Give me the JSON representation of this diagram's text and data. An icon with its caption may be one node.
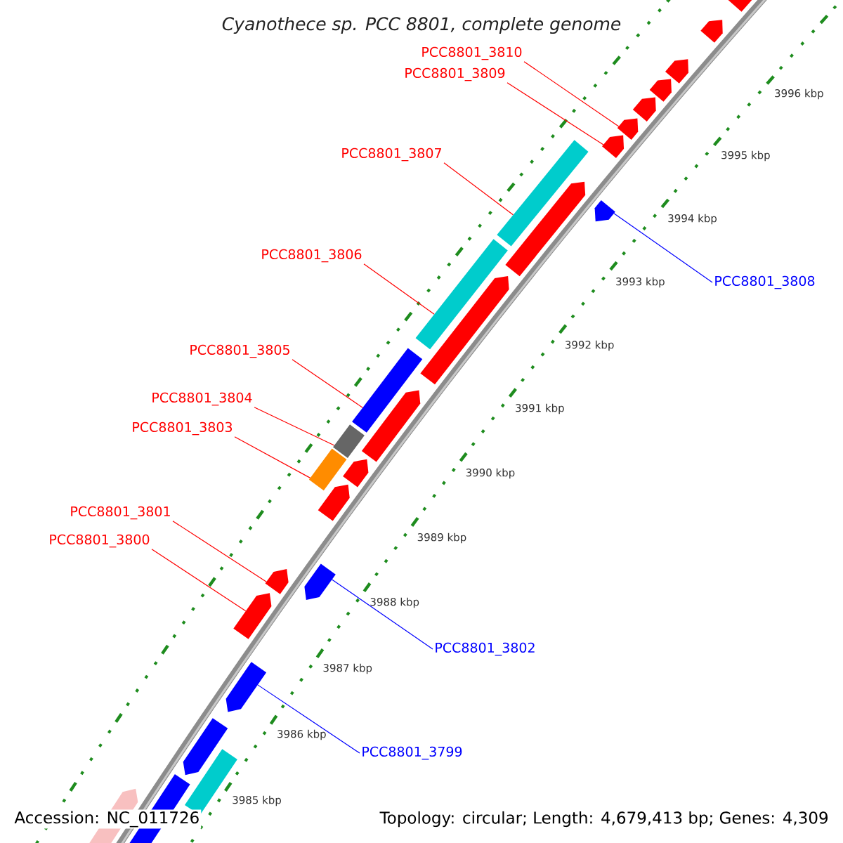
{
  "diagram": {
    "title": "Cyanothece sp. PCC 8801, complete genome",
    "nodes": [
      {
        "text": [
          "PCC8801_3810"
        ]
      },
      {
        "text": [
          "PCC8801_3809"
        ]
      },
      {
        "text": [
          "PCC8801_3807"
        ]
      },
      {
        "text": [
          "PCC8801_3806"
        ]
      },
      {
        "text": [
          "PCC8801_3808"
        ]
      },
      {
        "text": [
          "PCC8801_3805"
        ]
      },
      {
        "text": [
          "PCC8801_3804"
        ]
      },
      {
        "text": [
          "PCC8801_3803"
        ]
      },
      {
        "text": [
          "PCC8801_3801"
        ]
      },
      {
        "text": [
          "PCC8801_3800"
        ]
      },
      {
        "text": [
          "PCC8801_3802"
        ]
      },
      {
        "text": [
          "PCC8801_3799"
        ]
      },
      {
        "text": [],
        "shape": "pentagon"
      },
      {
        "text": [],
        "shape": "pentagon"
      },
      {
        "text": [],
        "shape": "pentagon"
      },
      {
        "text": [],
        "shape": "pentagon"
      },
      {
        "text": [],
        "shape": "pentagon"
      },
      {
        "text": [],
        "shape": "pentagon"
      },
      {
        "text": [],
        "shape": "pentagon"
      },
      {
        "text": [],
        "shape": "bar"
      },
      {
        "text": [],
        "shape": "pentagon"
      },
      {
        "text": [],
        "shape": "pentagon"
      },
      {
        "text": [],
        "shape": "bar"
      },
      {
        "text": [],
        "shape": "pentagon"
      },
      {
        "text": [],
        "shape": "bar"
      },
      {
        "text": [],
        "shape": "pentagon"
      },
      {
        "text": [],
        "shape": "bar"
      },
      {
        "text": [],
        "shape": "pentagon"
      },
      {
        "text": [],
        "shape": "bar"
      },
      {
        "text": [],
        "shape": "pentagon"
      },
      {
        "text": [],
        "shape": "pentagon"
      },
      {
        "text": [],
        "shape": "pentagon"
      },
      {
        "text": [],
        "shape": "pentagon"
      },
      {
        "text": [],
        "shape": "pentagon"
      },
      {
        "text": [],
        "shape": "pentagon"
      },
      {
        "text": [],
        "shape": "bar"
      },
      {
        "text": [],
        "shape": "pentagon"
      },
      {
        "text": [],
        "shape": "pentagon"
      }
    ],
    "edges": [
      {
        "from": 0,
        "to": 17,
        "arrow": "none"
      },
      {
        "from": 1,
        "to": 18,
        "arrow": "none"
      },
      {
        "from": 2,
        "to": 19,
        "arrow": "none"
      },
      {
        "from": 3,
        "to": 22,
        "arrow": "none"
      },
      {
        "from": 4,
        "to": 21,
        "arrow": "none",
        "color": "#0000ff"
      },
      {
        "from": 5,
        "to": 24,
        "arrow": "none"
      },
      {
        "from": 6,
        "to": 26,
        "arrow": "none"
      },
      {
        "from": 7,
        "to": 28,
        "arrow": "none"
      },
      {
        "from": 8,
        "to": 31,
        "arrow": "none"
      },
      {
        "from": 9,
        "to": 32,
        "arrow": "none"
      },
      {
        "from": 10,
        "to": 30,
        "arrow": "none",
        "color": "#0000ff"
      },
      {
        "from": 11,
        "to": 33,
        "arrow": "none",
        "color": "#0000ff"
      }
    ],
    "labels": [
      "3996 kbp",
      "3995 kbp",
      "3994 kbp",
      "3993 kbp",
      "3992 kbp",
      "3991 kbp",
      "3990 kbp",
      "3989 kbp",
      "3988 kbp",
      "3987 kbp",
      "3986 kbp",
      "3985 kbp",
      "Accession: NC_011726",
      "Topology: circular; Length: 4,679,413 bp; Genes: 4,309"
    ]
  }
}
